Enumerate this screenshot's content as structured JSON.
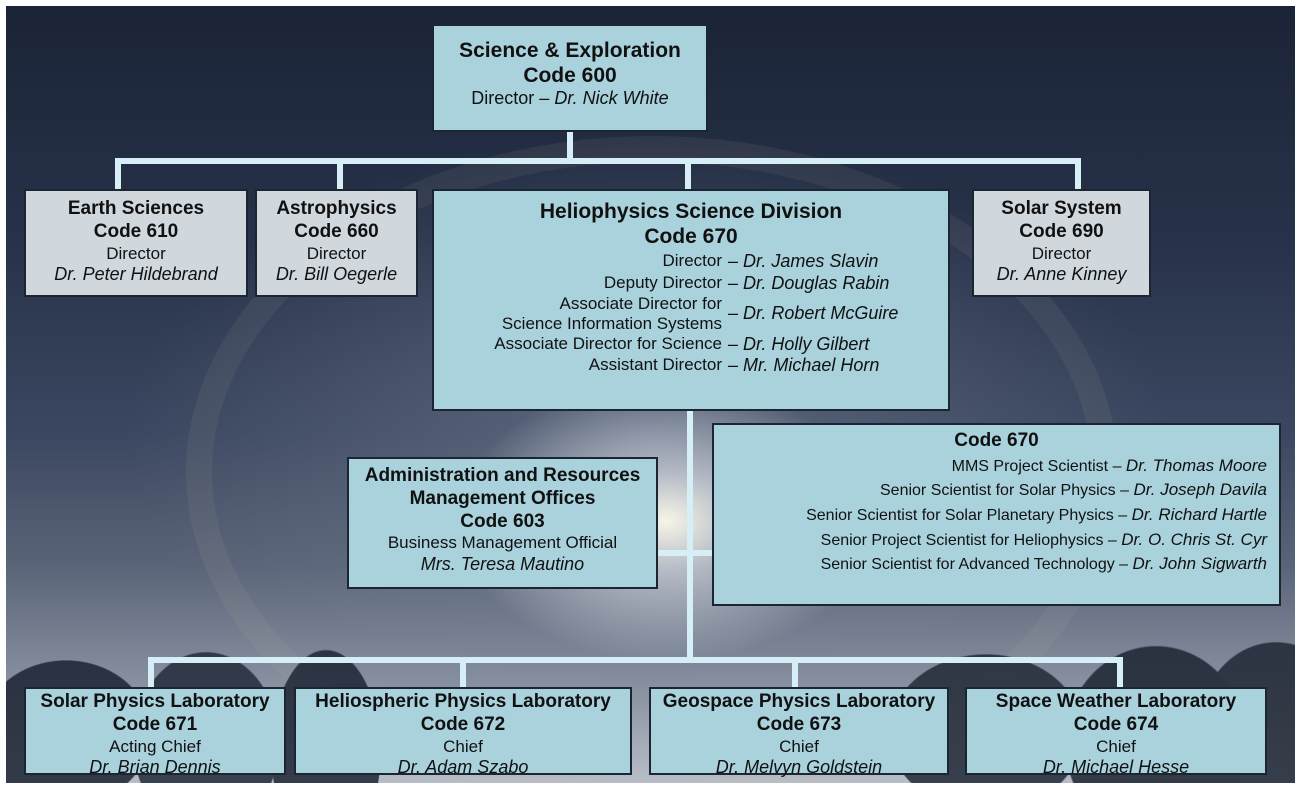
{
  "top": {
    "name": "Science & Exploration",
    "code": "Code 600",
    "role": "Director –",
    "person": "Dr. Nick White"
  },
  "divisions": [
    {
      "name": "Earth Sciences",
      "code": "Code 610",
      "role": "Director",
      "person": "Dr. Peter Hildebrand"
    },
    {
      "name": "Astrophysics",
      "code": "Code 660",
      "role": "Director",
      "person": "Dr. Bill Oegerle"
    },
    {
      "name": "Solar System",
      "code": "Code 690",
      "role": "Director",
      "person": "Dr. Anne Kinney"
    }
  ],
  "helio": {
    "name": "Heliophysics Science Division",
    "code": "Code 670",
    "rows": [
      {
        "role": "Director",
        "person": "– Dr. James Slavin"
      },
      {
        "role": "Deputy Director",
        "person": "– Dr. Douglas Rabin"
      },
      {
        "role": "Associate Director for",
        "role2": "Science Information Systems",
        "person": "– Dr. Robert McGuire"
      },
      {
        "role": "Associate Director for Science",
        "person": "– Dr. Holly Gilbert"
      },
      {
        "role": "Assistant Director",
        "person": "– Mr. Michael Horn"
      }
    ]
  },
  "admin": {
    "name1": "Administration and Resources",
    "name2": "Management Offices",
    "code": "Code 603",
    "role": "Business Management Official",
    "person": "Mrs. Teresa Mautino"
  },
  "staff": {
    "code": "Code 670",
    "rows": [
      {
        "role": "MMS Project Scientist –",
        "person": "Dr. Thomas Moore"
      },
      {
        "role": "Senior Scientist for Solar Physics –",
        "person": "Dr. Joseph Davila"
      },
      {
        "role": "Senior Scientist for Solar Planetary Physics –",
        "person": "Dr. Richard Hartle"
      },
      {
        "role": "Senior Project Scientist for Heliophysics –",
        "person": "Dr. O. Chris St. Cyr"
      },
      {
        "role": "Senior Scientist for Advanced Technology –",
        "person": "Dr. John Sigwarth"
      }
    ]
  },
  "labs": [
    {
      "name": "Solar Physics Laboratory",
      "code": "Code 671",
      "role": "Acting Chief",
      "person": "Dr. Brian Dennis"
    },
    {
      "name": "Heliospheric Physics Laboratory",
      "code": "Code 672",
      "role": "Chief",
      "person": "Dr. Adam Szabo"
    },
    {
      "name": "Geospace Physics Laboratory",
      "code": "Code 673",
      "role": "Chief",
      "person": "Dr. Melvyn Goldstein"
    },
    {
      "name": "Space Weather Laboratory",
      "code": "Code 674",
      "role": "Chief",
      "person": "Dr. Michael Hesse"
    }
  ],
  "colors": {
    "box_teal": "#a9d2dd",
    "box_grey": "#d0d8de",
    "connector": "#d6eef5",
    "border": "#1c2632"
  }
}
